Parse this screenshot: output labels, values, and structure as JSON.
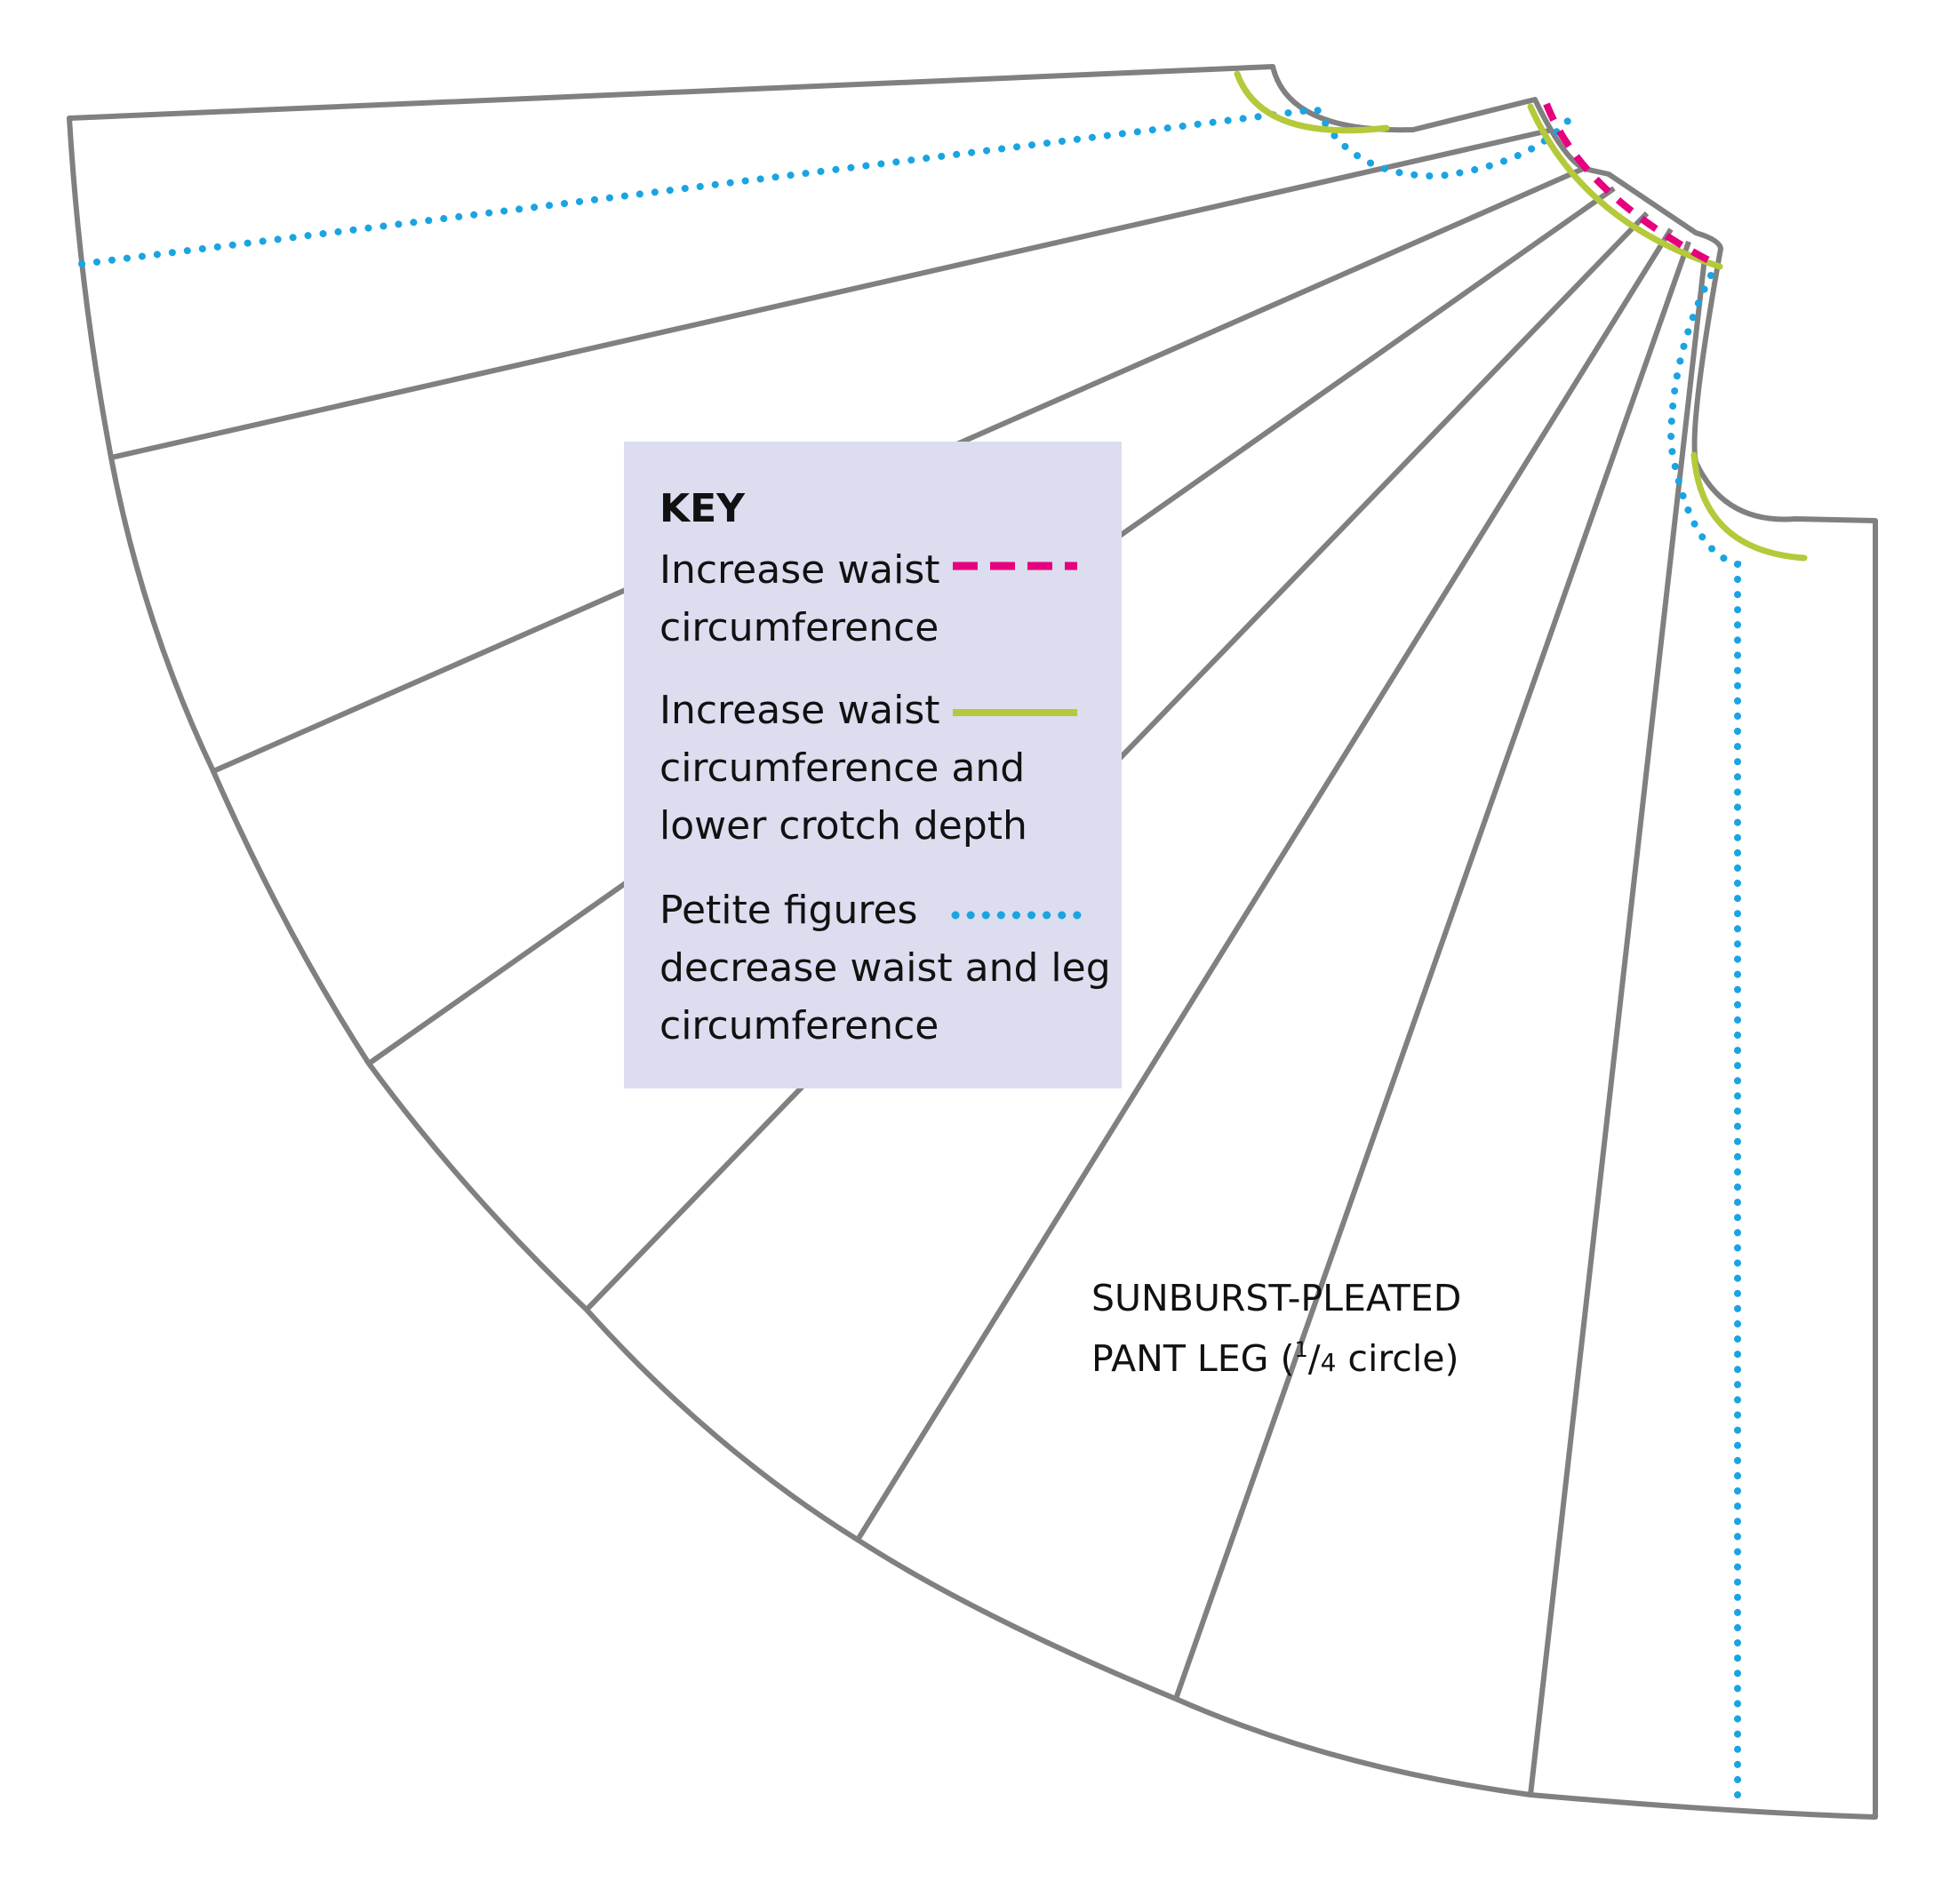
{
  "key": {
    "title": "KEY",
    "items": [
      {
        "lines": [
          "Increase waist",
          "circumference"
        ],
        "style": "dashed",
        "color": "#e6007e"
      },
      {
        "lines": [
          "Increase waist",
          "circumference and",
          "lower crotch depth"
        ],
        "style": "solid",
        "color": "#b5c93a"
      },
      {
        "lines": [
          "Petite figures",
          "decrease waist and leg",
          "circumference"
        ],
        "style": "dotted",
        "color": "#1aa4e1"
      }
    ]
  },
  "label": {
    "line1": "SUNBURST-PLEATED",
    "line2_pre": "PANT LEG (",
    "line2_num": "1",
    "line2_den": "4",
    "line2_post": " circle)"
  },
  "colors": {
    "outline": "#808080",
    "background": "#ffffff",
    "key_bg": "#dcddef"
  }
}
